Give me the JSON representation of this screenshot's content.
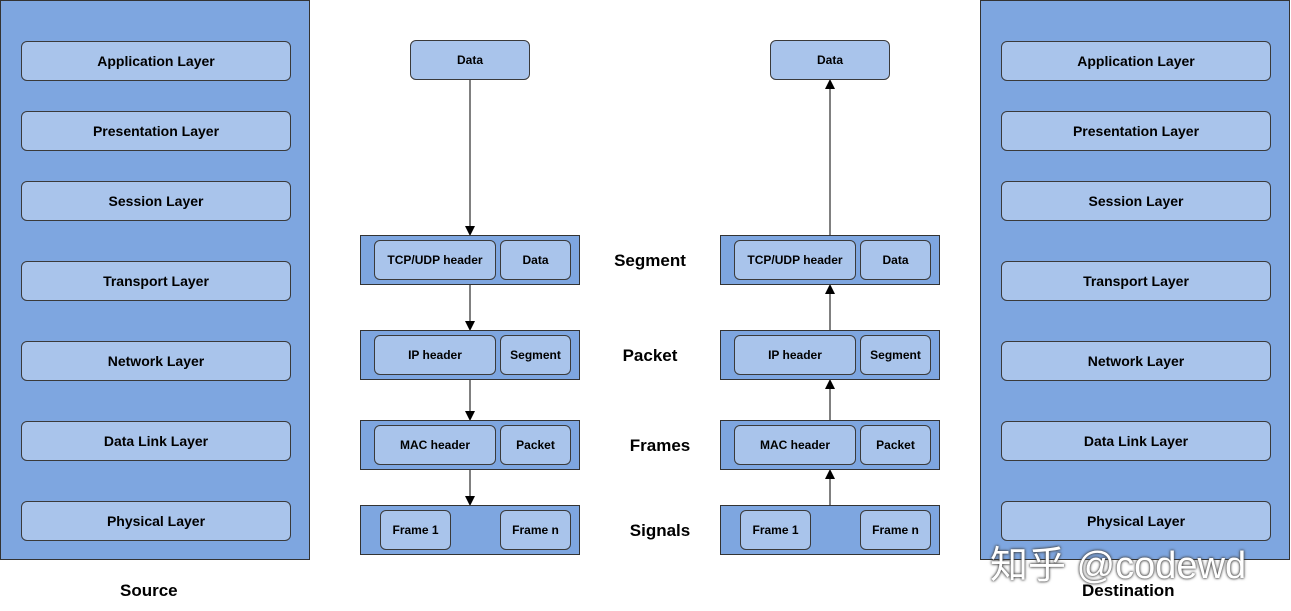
{
  "source": {
    "caption": "Source",
    "layers": [
      "Application Layer",
      "Presentation Layer",
      "Session Layer",
      "Transport Layer",
      "Network Layer",
      "Data Link Layer",
      "Physical Layer"
    ]
  },
  "destination": {
    "caption": "Destination",
    "layers": [
      "Application Layer",
      "Presentation Layer",
      "Session Layer",
      "Transport Layer",
      "Network Layer",
      "Data Link Layer",
      "Physical Layer"
    ]
  },
  "encapsulation": {
    "data": "Data",
    "segment": {
      "header": "TCP/UDP header",
      "payload": "Data"
    },
    "packet": {
      "header": "IP header",
      "payload": "Segment"
    },
    "frame": {
      "header": "MAC header",
      "payload": "Packet"
    },
    "signals": {
      "first": "Frame 1",
      "last": "Frame n"
    }
  },
  "decapsulation": {
    "data": "Data",
    "segment": {
      "header": "TCP/UDP header",
      "payload": "Data"
    },
    "packet": {
      "header": "IP header",
      "payload": "Segment"
    },
    "frame": {
      "header": "MAC header",
      "payload": "Packet"
    },
    "signals": {
      "first": "Frame 1",
      "last": "Frame n"
    }
  },
  "stage_labels": [
    "Segment",
    "Packet",
    "Frames",
    "Signals"
  ],
  "watermark": "知乎 @codewd",
  "colors": {
    "panel": "#7ea6e0",
    "box": "#a9c4eb",
    "border": "#333333"
  }
}
